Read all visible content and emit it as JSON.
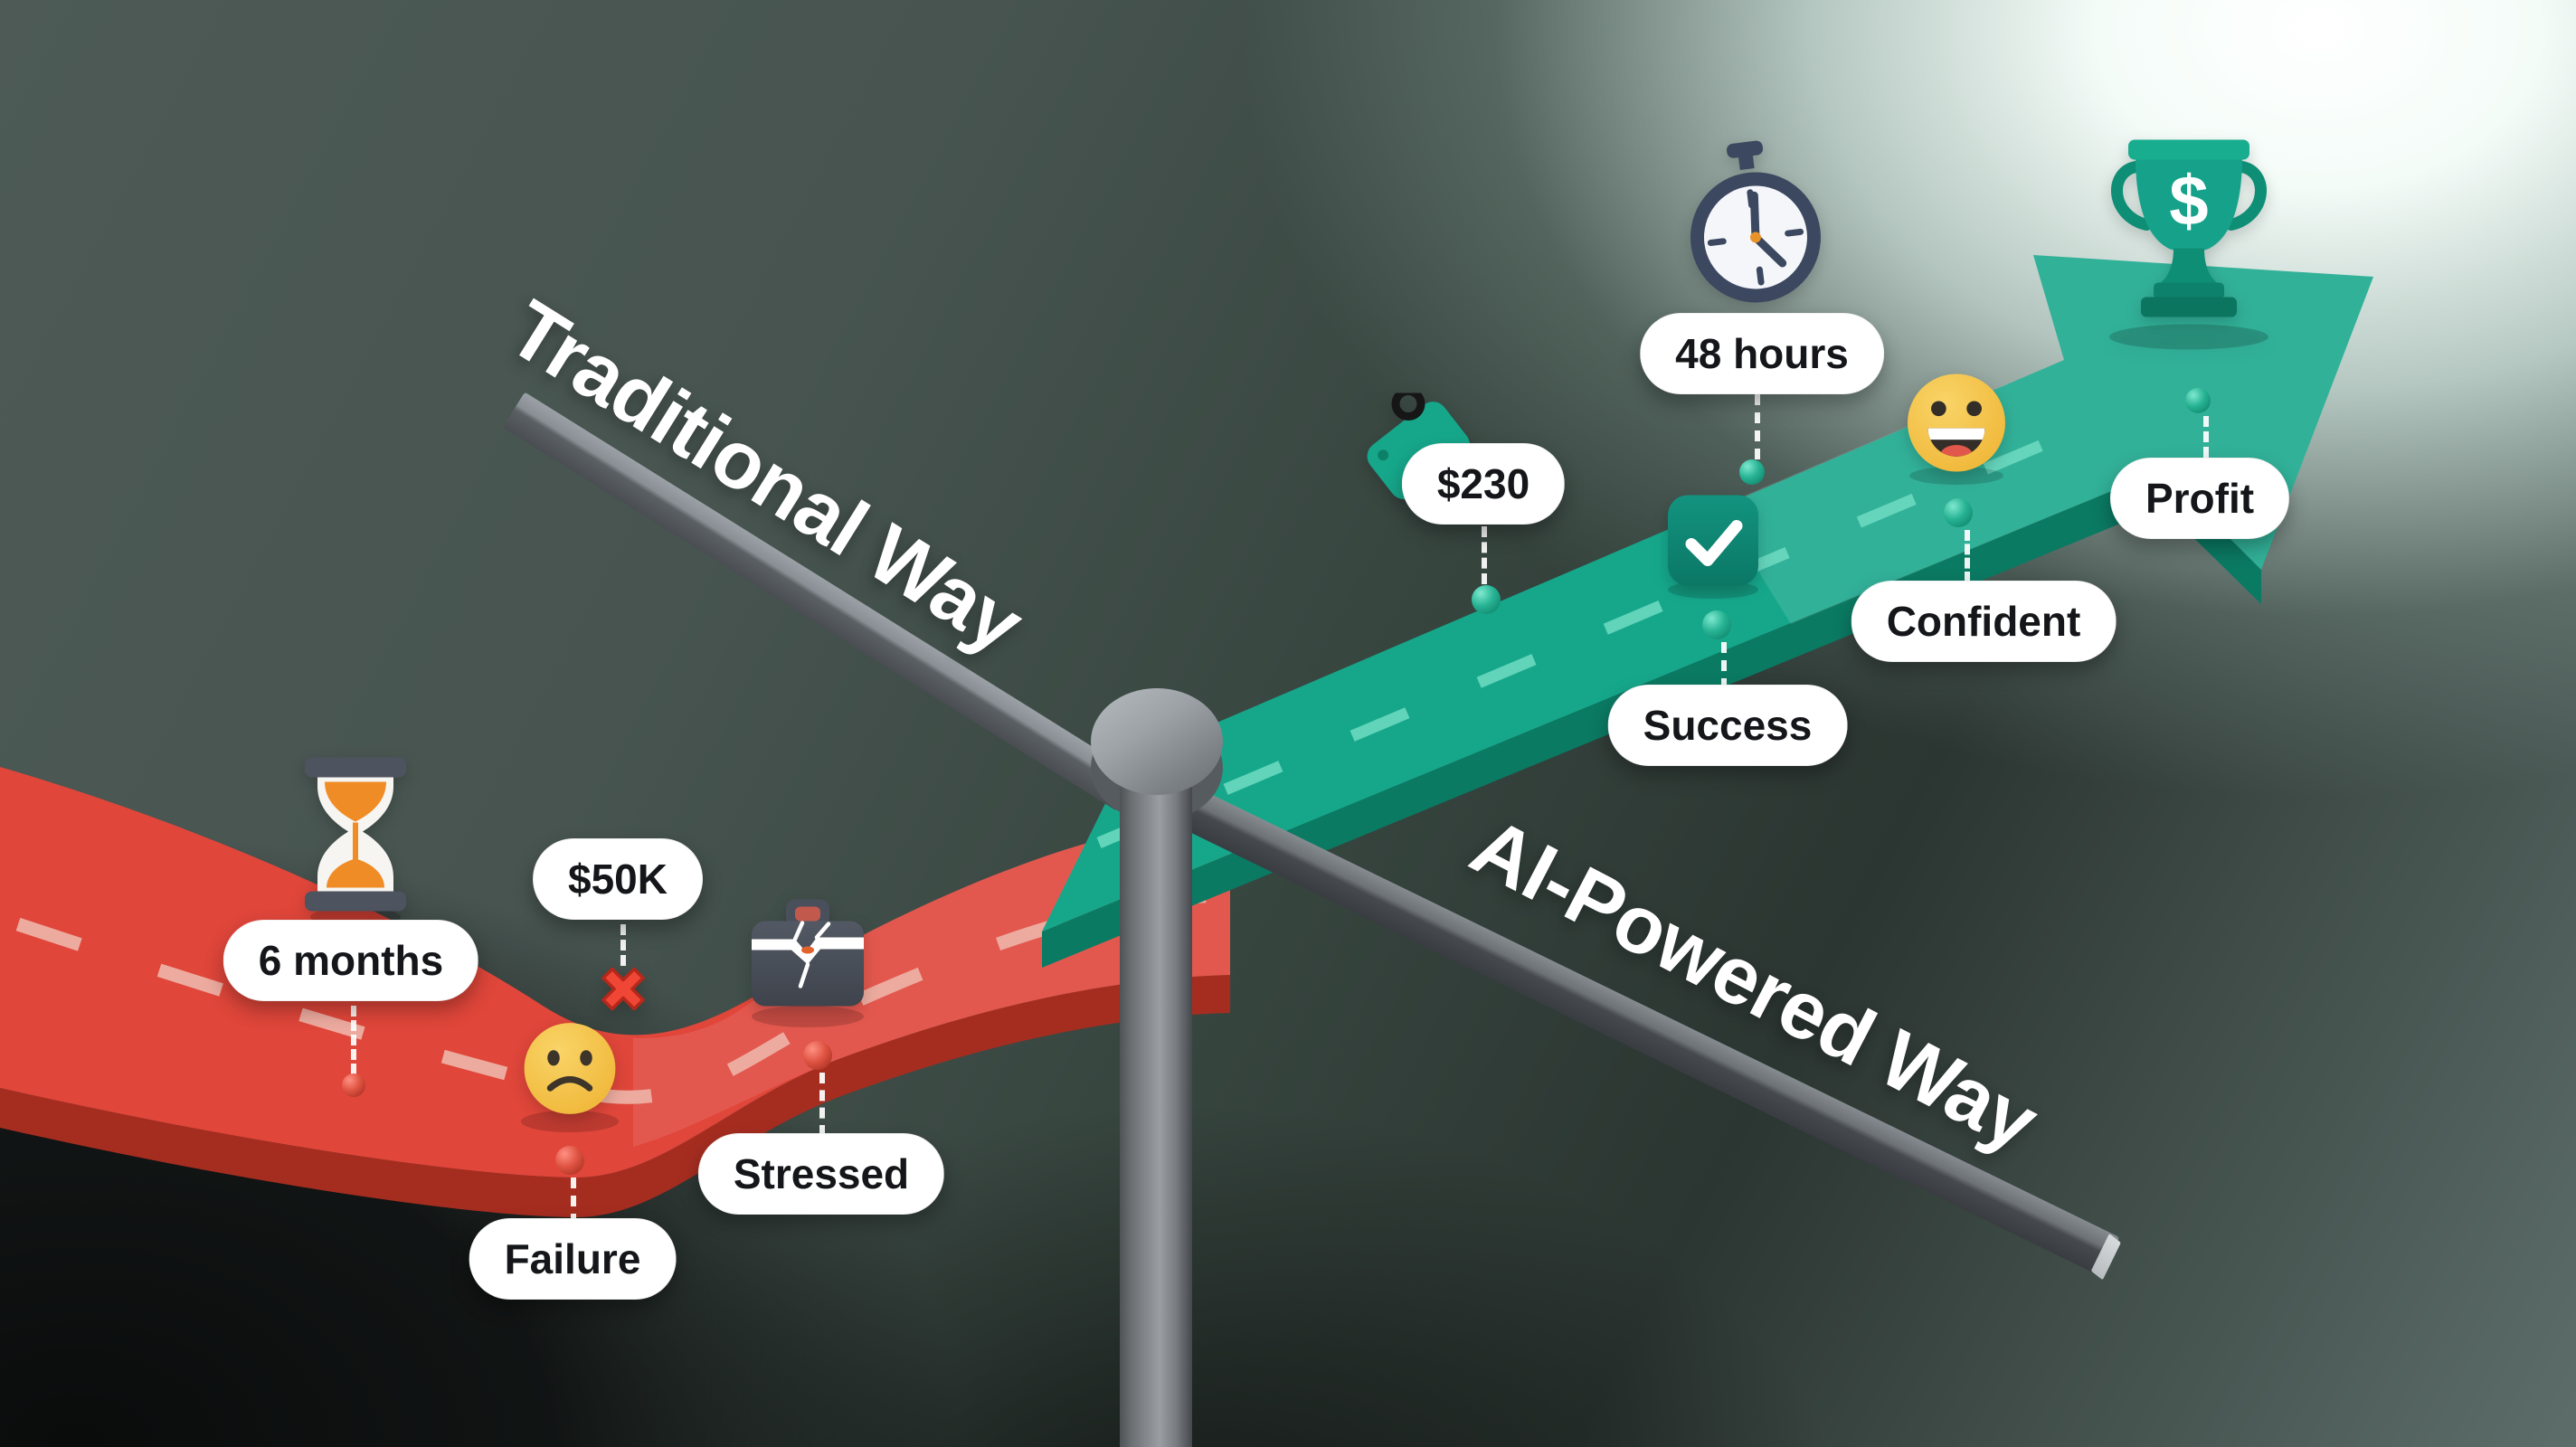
{
  "titles": {
    "traditional": "Traditional Way",
    "ai": "AI-Powered Way"
  },
  "paths": {
    "traditional": {
      "name": "Traditional Way",
      "milestones": [
        {
          "label": "6 months",
          "icon": "hourglass-icon"
        },
        {
          "label": "$50K",
          "icon": "x-mark-icon"
        },
        {
          "label": "Failure",
          "icon": "sad-face-icon"
        },
        {
          "label": "Stressed",
          "icon": "broken-briefcase-icon"
        }
      ]
    },
    "ai": {
      "name": "AI-Powered Way",
      "milestones": [
        {
          "label": "$230",
          "icon": "price-tag-icon"
        },
        {
          "label": "48 hours",
          "icon": "stopwatch-icon"
        },
        {
          "label": "Success",
          "icon": "checkmark-icon"
        },
        {
          "label": "Confident",
          "icon": "happy-face-icon"
        },
        {
          "label": "Profit",
          "icon": "trophy-icon"
        }
      ]
    }
  },
  "trophy": {
    "symbol": "$"
  },
  "colors": {
    "road_traditional": "#e0463a",
    "road_traditional_side": "#a52d20",
    "road_traditional_dash": "#edab9f",
    "road_ai": "#16a78b",
    "road_ai_side": "#0b7a63",
    "road_ai_dash": "#6fdcc2",
    "signpost_gray": "#6e7377",
    "pill_bg": "#ffffff",
    "pill_text": "#141619",
    "emoji_yellow": "#f6c445",
    "sand_orange": "#f08c26",
    "x_red": "#ee4130"
  }
}
